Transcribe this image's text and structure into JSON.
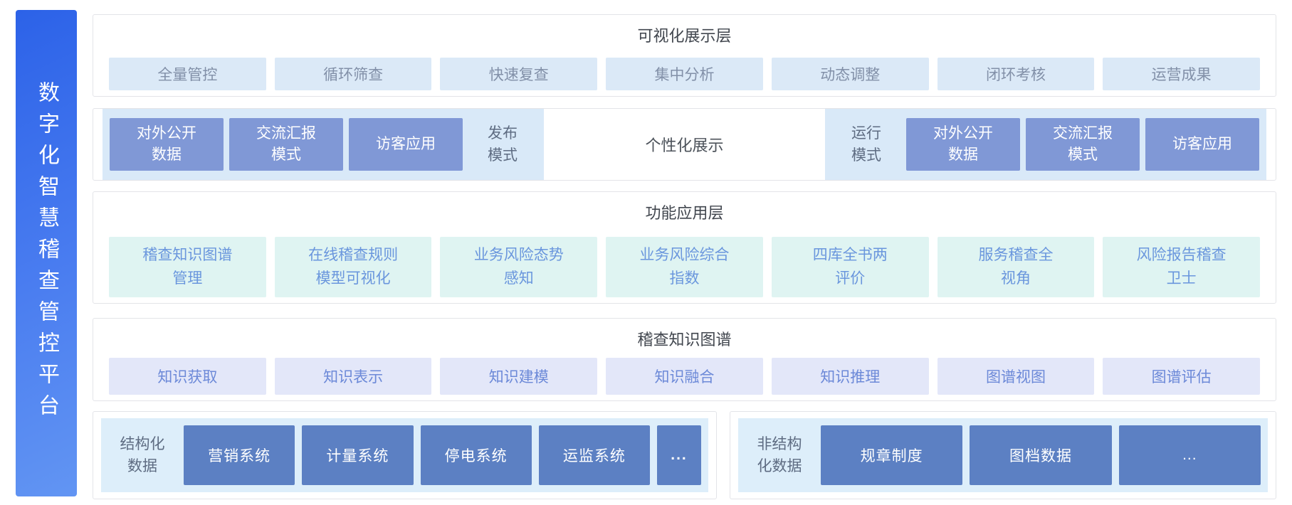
{
  "sidebar": {
    "title": "数字化智慧稽查管控平台"
  },
  "colors": {
    "sidebar_gradient_start": "#2c62e8",
    "sidebar_gradient_end": "#6295f3",
    "panel_border": "#e3e4e8",
    "visual_item_bg": "#dbe9f7",
    "mode_panel_bg": "#d9e9f8",
    "mode_box_bg": "#8098d6",
    "function_item_bg": "#dff4f2",
    "knowledge_item_bg": "#e3e7f9",
    "data_panel_bg": "#ddeefa",
    "data_box_bg": "#5c80c3"
  },
  "layers": {
    "visual": {
      "title": "可视化展示层",
      "items": [
        "全量管控",
        "循环筛查",
        "快速复查",
        "集中分析",
        "动态调整",
        "闭环考核",
        "运营成果"
      ]
    },
    "mode": {
      "publish": {
        "label": "发布\n模式",
        "boxes": [
          "对外公开\n数据",
          "交流汇报\n模式",
          "访客应用"
        ]
      },
      "personalized": "个性化展示",
      "run": {
        "label": "运行\n模式",
        "boxes": [
          "对外公开\n数据",
          "交流汇报\n模式",
          "访客应用"
        ]
      }
    },
    "function": {
      "title": "功能应用层",
      "items": [
        "稽查知识图谱\n管理",
        "在线稽查规则\n模型可视化",
        "业务风险态势\n感知",
        "业务风险综合\n指数",
        "四库全书两\n评价",
        "服务稽查全\n视角",
        "风险报告稽查\n卫士"
      ]
    },
    "knowledge": {
      "title": "稽查知识图谱",
      "items": [
        "知识获取",
        "知识表示",
        "知识建模",
        "知识融合",
        "知识推理",
        "图谱视图",
        "图谱评估"
      ]
    },
    "data": {
      "structured": {
        "label": "结构化\n数据",
        "boxes": [
          "营销系统",
          "计量系统",
          "停电系统",
          "运监系统"
        ],
        "more": "..."
      },
      "unstructured": {
        "label": "非结构\n化数据",
        "boxes": [
          "规章制度",
          "图档数据"
        ],
        "more": "..."
      }
    }
  }
}
